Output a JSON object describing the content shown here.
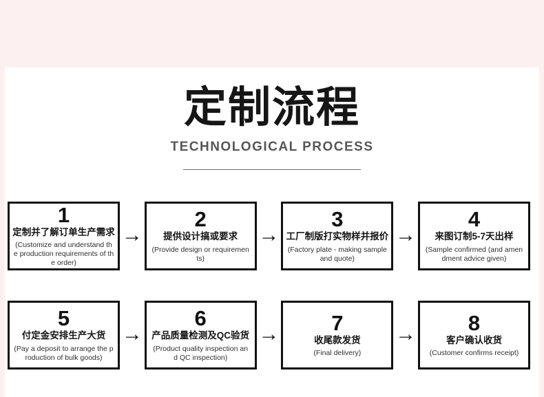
{
  "header": {
    "title": "定制流程",
    "subtitle": "TECHNOLOGICAL PROCESS"
  },
  "arrow_icon": "→",
  "colors": {
    "background_pink": "#fcf0f0",
    "panel_white": "#ffffff",
    "box_border_black": "#111111",
    "subtitle_gray": "#565656"
  },
  "steps": [
    {
      "number": "1",
      "zh": "定制并了解订单生产需求",
      "en": "(Customize and understand th\ne production requirements of th\ne order)"
    },
    {
      "number": "2",
      "zh": "提供设计搞或要求",
      "en": "(Provide design or requiremen\nts)"
    },
    {
      "number": "3",
      "zh": "工厂制版打实物样并报价",
      "en": "(Factory plate - making sample\nand quote)"
    },
    {
      "number": "4",
      "zh": "来图订制5-7天出样",
      "en": "(Sample confirmed (and amen\ndment advice given)"
    },
    {
      "number": "5",
      "zh": "付定金安排生产大货",
      "en": "(Pay a deposit to arrange the p\nroduction of bulk goods)"
    },
    {
      "number": "6",
      "zh": "产品质量检测及QC验货",
      "en": "(Product quality inspection an\nd QC inspection)"
    },
    {
      "number": "7",
      "zh": "收尾款发货",
      "en": "(Final delivery)"
    },
    {
      "number": "8",
      "zh": "客户确认收货",
      "en": "(Customer confirms receipt)"
    }
  ]
}
